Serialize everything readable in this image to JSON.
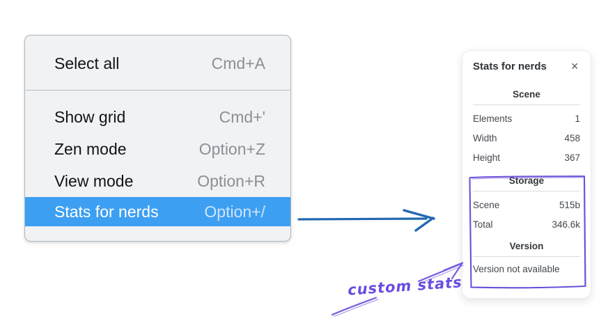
{
  "context_menu": {
    "items": [
      {
        "label": "Select all",
        "shortcut": "Cmd+A"
      },
      {
        "label": "Show grid",
        "shortcut": "Cmd+'"
      },
      {
        "label": "Zen mode",
        "shortcut": "Option+Z"
      },
      {
        "label": "View mode",
        "shortcut": "Option+R"
      },
      {
        "label": "Stats for nerds",
        "shortcut": "Option+/",
        "selected": true
      }
    ],
    "highlight_color": "#3d9ff2"
  },
  "stats_panel": {
    "title": "Stats for nerds",
    "close_icon": "✕",
    "sections": [
      {
        "heading": "Scene",
        "rows": [
          {
            "label": "Elements",
            "value": "1"
          },
          {
            "label": "Width",
            "value": "458"
          },
          {
            "label": "Height",
            "value": "367"
          }
        ]
      },
      {
        "heading": "Storage",
        "rows": [
          {
            "label": "Scene",
            "value": "515b"
          },
          {
            "label": "Total",
            "value": "346.6k"
          }
        ]
      },
      {
        "heading": "Version",
        "note": "Version not available"
      }
    ]
  },
  "annotations": {
    "label": "custom stats",
    "flow_arrow_color": "#2268b2",
    "highlight_box_color": "#6b4fd8",
    "pointer_arrow_color": "#7a5ce0",
    "label_color": "#6c4ce0"
  }
}
